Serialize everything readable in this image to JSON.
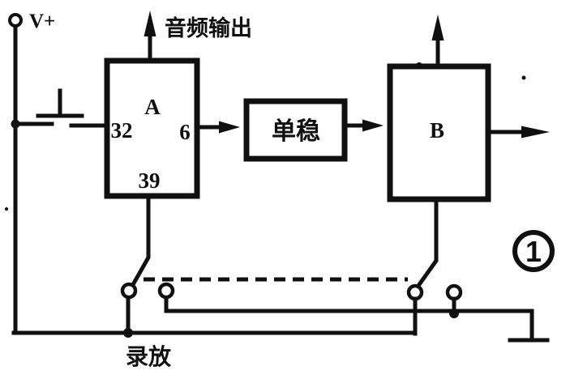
{
  "figure": {
    "colors": {
      "ink": "#101010",
      "paper": "#ffffff"
    },
    "power_label": "V+",
    "audio_output_label": "音频输出",
    "record_play_label": "录放",
    "figure_number": "1",
    "blocks": {
      "a": {
        "label": "A",
        "pin_left": "32",
        "pin_right": "6",
        "pin_bottom": "39"
      },
      "monostable": {
        "label": "单稳"
      },
      "b": {
        "label": "B"
      }
    }
  }
}
